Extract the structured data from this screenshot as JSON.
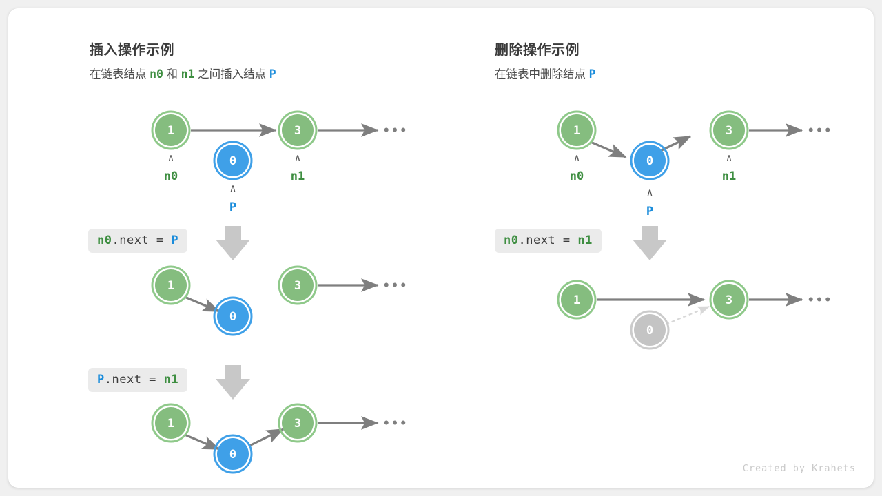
{
  "credit": "Created by Krahets",
  "colors": {
    "node_green_fill": "#85bd7f",
    "node_green_ring": "#8fc98a",
    "node_blue_fill": "#3fa0e8",
    "node_blue_ring": "#3fa0e8",
    "node_gray_fill": "#c4c4c4",
    "node_gray_ring": "#cbcbcb",
    "arrow": "#7f7f7f",
    "arrow_dashed": "#d8d8d8",
    "chip_bg": "#ebebeb",
    "label_green": "#3e8e41",
    "label_blue": "#1a8cdb",
    "big_arrow": "#c8c8c8",
    "card_bg": "#ffffff",
    "page_bg": "#f0f0f0"
  },
  "panels": [
    {
      "id": "insert",
      "title": "插入操作示例",
      "subtitle_parts": [
        {
          "text": "在链表结点 ",
          "style": "plain"
        },
        {
          "text": "n0",
          "style": "green-mono"
        },
        {
          "text": " 和 ",
          "style": "plain"
        },
        {
          "text": "n1",
          "style": "green-mono"
        },
        {
          "text": " 之间插入结点 ",
          "style": "plain"
        },
        {
          "text": "P",
          "style": "blue-mono"
        }
      ],
      "steps": [
        {
          "code_tokens": [
            {
              "text": "n0",
              "color": "green"
            },
            {
              "text": ".next = ",
              "color": "dark"
            },
            {
              "text": "P",
              "color": "blue"
            }
          ],
          "code_plain": "n0.next = P"
        },
        {
          "code_tokens": [
            {
              "text": "P",
              "color": "blue"
            },
            {
              "text": ".next = ",
              "color": "dark"
            },
            {
              "text": "n1",
              "color": "green"
            }
          ],
          "code_plain": "P.next = n1"
        }
      ],
      "rows": [
        {
          "name": "initial-state",
          "nodes": [
            {
              "value": "1",
              "kind": "green",
              "label": "n0",
              "label_color": "green",
              "caret": "∧"
            },
            {
              "value": "0",
              "kind": "blue",
              "label": "P",
              "label_color": "blue",
              "caret": "∧"
            },
            {
              "value": "3",
              "kind": "green",
              "label": "n1",
              "label_color": "green",
              "caret": "∧"
            }
          ],
          "ellipsis": "•••"
        },
        {
          "name": "after-n0-next-p",
          "nodes": [
            {
              "value": "1",
              "kind": "green"
            },
            {
              "value": "0",
              "kind": "blue"
            },
            {
              "value": "3",
              "kind": "green"
            }
          ],
          "ellipsis": "•••"
        },
        {
          "name": "after-p-next-n1",
          "nodes": [
            {
              "value": "1",
              "kind": "green"
            },
            {
              "value": "0",
              "kind": "blue"
            },
            {
              "value": "3",
              "kind": "green"
            }
          ],
          "ellipsis": "•••"
        }
      ]
    },
    {
      "id": "delete",
      "title": "删除操作示例",
      "subtitle_parts": [
        {
          "text": "在链表中删除结点 ",
          "style": "plain"
        },
        {
          "text": "P",
          "style": "blue-mono"
        }
      ],
      "steps": [
        {
          "code_tokens": [
            {
              "text": "n0",
              "color": "green"
            },
            {
              "text": ".next = ",
              "color": "dark"
            },
            {
              "text": "n1",
              "color": "green"
            }
          ],
          "code_plain": "n0.next = n1"
        }
      ],
      "rows": [
        {
          "name": "initial-state",
          "nodes": [
            {
              "value": "1",
              "kind": "green",
              "label": "n0",
              "label_color": "green",
              "caret": "∧"
            },
            {
              "value": "0",
              "kind": "blue",
              "label": "P",
              "label_color": "blue",
              "caret": "∧"
            },
            {
              "value": "3",
              "kind": "green",
              "label": "n1",
              "label_color": "green",
              "caret": "∧"
            }
          ],
          "ellipsis": "•••"
        },
        {
          "name": "after-delete",
          "nodes": [
            {
              "value": "1",
              "kind": "green"
            },
            {
              "value": "0",
              "kind": "gray"
            },
            {
              "value": "3",
              "kind": "green"
            }
          ],
          "ellipsis": "•••"
        }
      ]
    }
  ]
}
